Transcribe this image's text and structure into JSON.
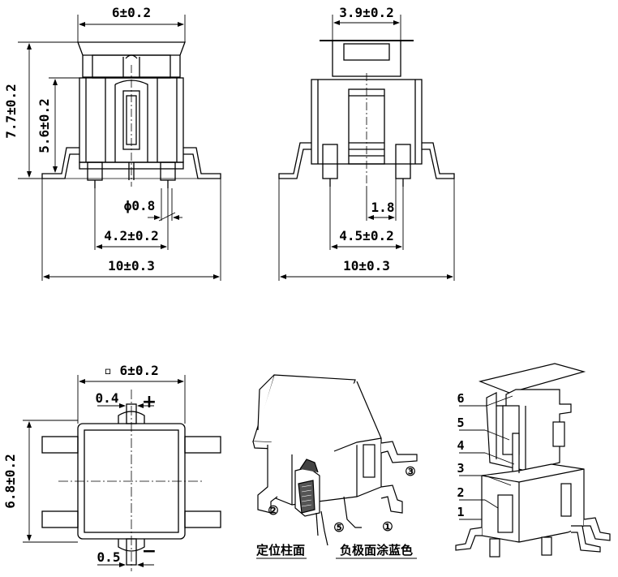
{
  "front_view": {
    "width_top": "6±0.2",
    "height_total": "7.7±0.2",
    "height_body": "5.6±0.2",
    "pin_diameter": "ϕ0.8",
    "pin_spacing": "4.2±0.2",
    "width_total": "10±0.3"
  },
  "side_view": {
    "width_top": "3.9±0.2",
    "inner_gap": "1.8",
    "pin_spacing": "4.5±0.2",
    "width_total": "10±0.3"
  },
  "top_view": {
    "square_width": "▫ 6±0.2",
    "lead_top": "0.4",
    "lead_bottom": "0.5",
    "height": "6.8±0.2",
    "plus_sign": "+",
    "minus_sign": "−"
  },
  "iso_view": {
    "label_positioning_post": "定位柱面",
    "label_cathode_blue": "负极面涂蓝色",
    "callout_2": "②",
    "callout_5": "⑤",
    "callout_1": "①",
    "callout_3": "③"
  },
  "exploded_view": {
    "parts": [
      "6",
      "5",
      "4",
      "3",
      "2",
      "1"
    ]
  }
}
